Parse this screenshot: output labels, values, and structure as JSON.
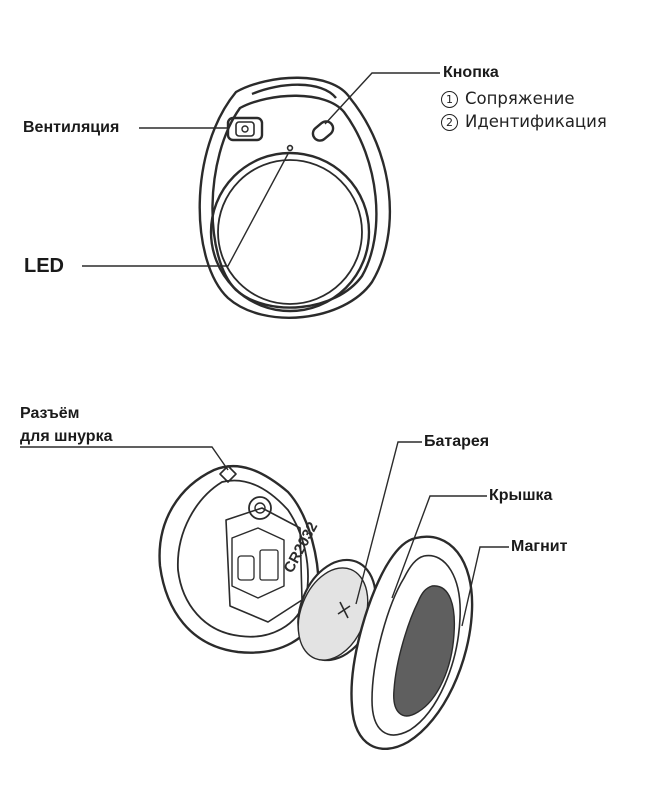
{
  "labels": {
    "button": "Кнопка",
    "button_items": [
      {
        "num": "1",
        "text": "Сопряжение"
      },
      {
        "num": "2",
        "text": "Идентификация"
      }
    ],
    "vent": "Вентиляция",
    "led": "LED",
    "lanyard_line1": "Разъём",
    "lanyard_line2": "для шнурка",
    "battery": "Батарея",
    "cover": "Крышка",
    "magnet": "Магнит",
    "battery_model": "CR2032"
  },
  "colors": {
    "stroke": "#2b2b2b",
    "battery_fill": "#e3e3e3",
    "magnet_fill": "#5f5f5f",
    "background": "#ffffff"
  }
}
